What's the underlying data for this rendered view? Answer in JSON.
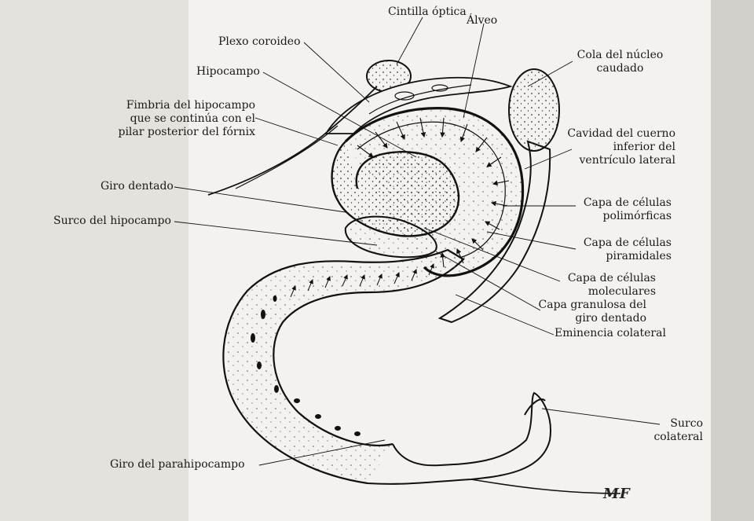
{
  "labels": {
    "cintilla_optica": "Cintilla óptica",
    "alveo": "Álveo",
    "plexo_coroideo": "Plexo coroideo",
    "cola_nucleo_caudado": "Cola del núcleo\ncaudado",
    "hipocampo": "Hipocampo",
    "fimbria": "Fimbria del hipocampo\nque se continúa con el\npilar posterior del fórnix",
    "cavidad_cuerno": "Cavidad del cuerno\ninferior del\nventrículo lateral",
    "giro_dentado": "Giro dentado",
    "capa_polimorficas": "Capa de células\npolimórficas",
    "surco_hipocampo": "Surco del hipocampo",
    "capa_piramidales": "Capa de células\npiramidales",
    "capa_moleculares": "Capa de células\nmoleculares",
    "capa_granulosa": "Capa granulosa del\ngiro dentado",
    "eminencia_colateral": "Eminencia colateral",
    "surco_colateral": "Surco\ncolateral",
    "giro_parahipocampo": "Giro del parahipocampo"
  },
  "signature": "MF",
  "colors": {
    "ink": "#1a1a1a",
    "paper": "#f3f2ee",
    "stipple": "#3a3a3a"
  }
}
